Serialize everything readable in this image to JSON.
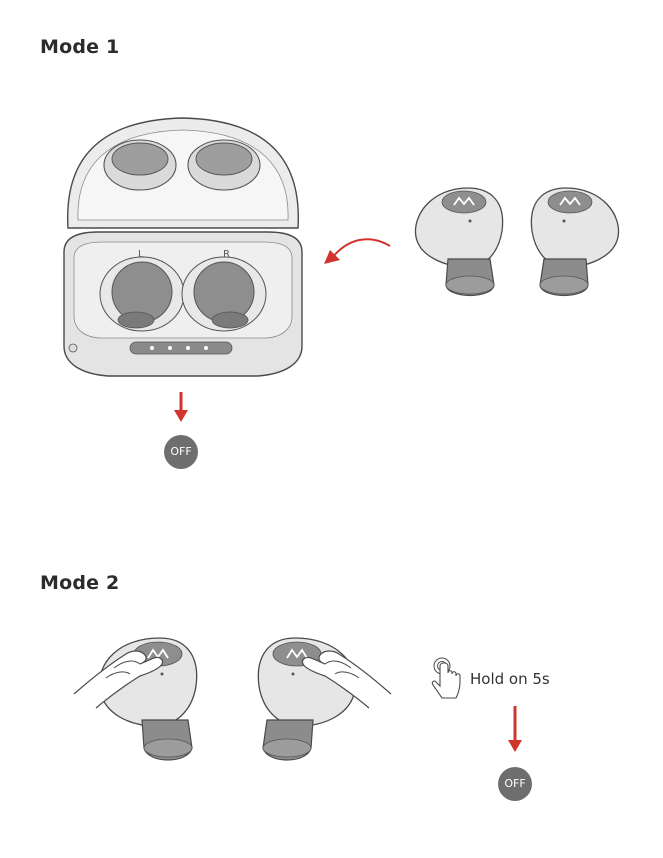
{
  "mode1": {
    "title": "Mode 1",
    "case_left_label": "L",
    "case_right_label": "R",
    "off_label": "OFF"
  },
  "mode2": {
    "title": "Mode 2",
    "hold_text": "Hold on 5s",
    "off_label": "OFF"
  },
  "colors": {
    "arrow_red": "#d0342c",
    "outline": "#4a4a4a",
    "badge_gray": "#6e6e6e"
  }
}
